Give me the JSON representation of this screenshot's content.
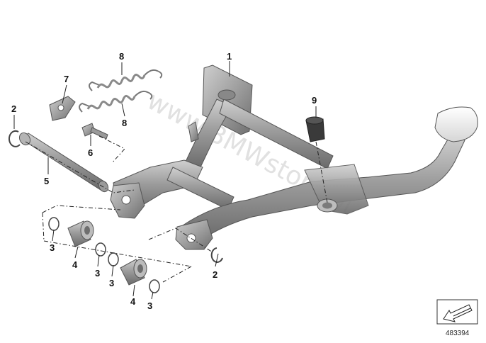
{
  "diagram": {
    "callouts": {
      "c1": "1",
      "c2a": "2",
      "c2b": "2",
      "c3a": "3",
      "c3b": "3",
      "c3c": "3",
      "c3d": "3",
      "c4a": "4",
      "c4b": "4",
      "c5": "5",
      "c6": "6",
      "c7": "7",
      "c8a": "8",
      "c8b": "8",
      "c9": "9"
    },
    "watermark": "www.BMWstore.pl",
    "reference_number": "483394"
  }
}
